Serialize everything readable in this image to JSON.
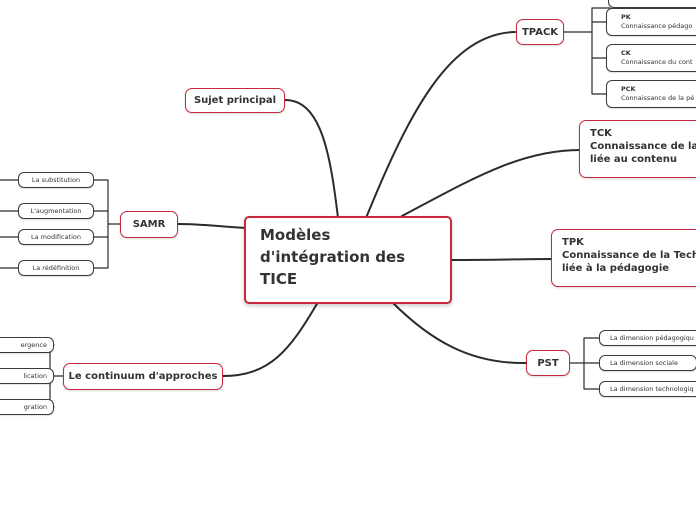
{
  "central": {
    "title": "Modèles d'intégration des TICE"
  },
  "sujet": {
    "label": "Sujet principal"
  },
  "samr": {
    "label": "SAMR",
    "items": [
      "La substitution",
      "L'augmentation",
      "La modification",
      "La rédéfinition"
    ]
  },
  "continuum": {
    "label": "Le continuum d'approches",
    "items": [
      "ergence",
      "lication",
      "gration"
    ]
  },
  "tpack": {
    "label": "TPACK",
    "items": [
      {
        "abbr": "PK",
        "desc": "Connaissance pédago"
      },
      {
        "abbr": "CK",
        "desc": "Connaissance du cont"
      },
      {
        "abbr": "PCK",
        "desc": "Connaissance de la pé"
      }
    ]
  },
  "tck": {
    "abbr": "TCK",
    "line1": "Connaissance de la T",
    "line2": "liée au contenu"
  },
  "tpk": {
    "abbr": "TPK",
    "line1": "Connaissance de la Techno",
    "line2": "liée à la pédagogie"
  },
  "pst": {
    "label": "PST",
    "items": [
      "La dimension pédagogiqu",
      "La dimension sociale",
      "La dimension technologiq"
    ]
  }
}
